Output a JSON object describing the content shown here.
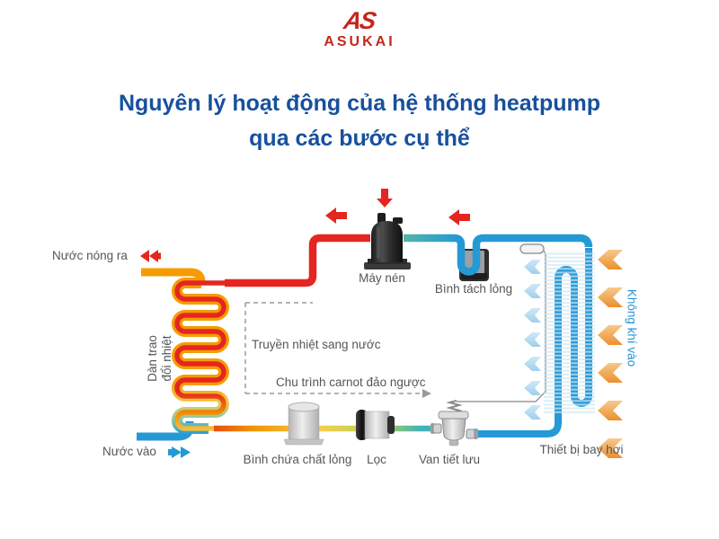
{
  "logo": {
    "mark_text": "AS",
    "brand": "ASUKAI"
  },
  "title": {
    "line1": "Nguyên lý hoạt động của hệ thống heatpump",
    "line2": "qua các bước cụ thể"
  },
  "diagram": {
    "labels": {
      "hot_water_out": "Nước nóng ra",
      "water_in": "Nước vào",
      "heat_exchanger_line1": "Dàn trao",
      "heat_exchanger_line2": "đổi nhiệt",
      "compressor": "Máy nén",
      "liquid_separator": "Bình tách lỏng",
      "heat_transfer_note": "Truyền nhiệt sang nước",
      "carnot_note": "Chu trình carnot đảo ngược",
      "liquid_receiver": "Bình chứa chất lỏng",
      "filter": "Lọc",
      "expansion_valve": "Van tiết lưu",
      "evaporator": "Thiết bị bay hơi",
      "air_in": "Không khí vào"
    },
    "colors": {
      "title_blue": "#17509e",
      "logo_red": "#c4261c",
      "hot_pipe_red": "#e52620",
      "hot_water_orange": "#f59c00",
      "cold_pipe_blue": "#2599d6",
      "suction_teal": "#4ab5a8",
      "label_gray": "#55565a",
      "air_arrow_orange": "#ee9433",
      "air_arrow_blue": "#b9dcf2",
      "annotation_gray": "#9a9a9a"
    }
  }
}
